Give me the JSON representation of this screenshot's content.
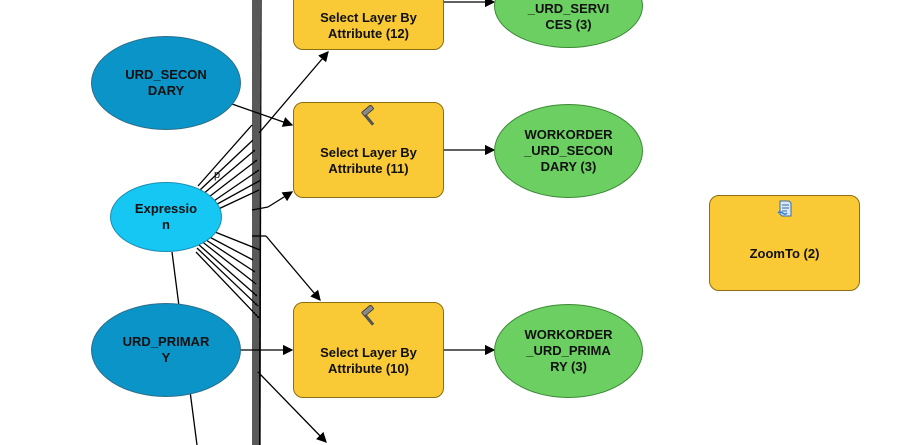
{
  "nodes": {
    "urd_secondary": "URD_SECON\nDARY",
    "urd_primary": "URD_PRIMAR\nY",
    "expression": "Expressio\nn",
    "sel_12": "Select Layer By\nAttribute (12)",
    "sel_11": "Select Layer By\nAttribute (11)",
    "sel_10": "Select Layer By\nAttribute (10)",
    "wo_services": "_URD_SERVI\nCES (3)",
    "wo_secondary": "WORKORDER\n_URD_SECON\nDARY (3)",
    "wo_primary": "WORKORDER\n_URD_PRIMA\nRY (3)",
    "zoomto": "ZoomTo (2)",
    "expr_p_mark": "p"
  },
  "colors": {
    "input_data": "#0a94c7",
    "variable": "#16c6f3",
    "tool": "#f9c936",
    "derived_output": "#6ccf62",
    "connector": "#000000"
  },
  "icons": {
    "tool": "hammer-icon",
    "script": "script-icon"
  }
}
